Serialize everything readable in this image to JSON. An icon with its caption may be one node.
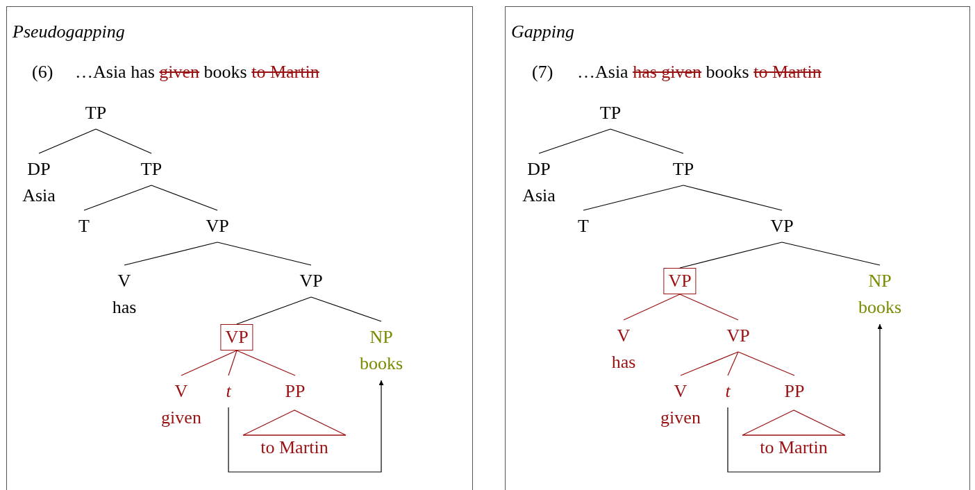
{
  "diagram": {
    "nodes": [
      {
        "text": [
          "Pseudogapping"
        ]
      },
      {
        "text": [
          "TP"
        ],
        "in": 0
      },
      {
        "text": [
          "DP",
          "Asia"
        ],
        "in": 0
      },
      {
        "text": [
          "TP"
        ],
        "in": 0
      },
      {
        "text": [
          "T"
        ],
        "in": 0
      },
      {
        "text": [
          "VP"
        ],
        "in": 0
      },
      {
        "text": [
          "V",
          "has"
        ],
        "in": 0
      },
      {
        "text": [
          "VP"
        ],
        "in": 0
      },
      {
        "text": [
          "VP"
        ],
        "in": 0
      },
      {
        "text": [
          "NP",
          "books"
        ],
        "in": 0
      },
      {
        "text": [
          "V",
          "given"
        ],
        "in": 0
      },
      {
        "text": [
          "t"
        ],
        "in": 0
      },
      {
        "text": [
          "PP"
        ],
        "in": 0
      },
      {
        "text": [
          "to Martin"
        ],
        "in": 0
      },
      {
        "text": [
          "Gapping"
        ]
      },
      {
        "text": [
          "TP"
        ],
        "in": 14
      },
      {
        "text": [
          "DP",
          "Asia"
        ],
        "in": 14
      },
      {
        "text": [
          "TP"
        ],
        "in": 14
      },
      {
        "text": [
          "T"
        ],
        "in": 14
      },
      {
        "text": [
          "VP"
        ],
        "in": 14
      },
      {
        "text": [
          "VP"
        ],
        "in": 14
      },
      {
        "text": [
          "NP",
          "books"
        ],
        "in": 14
      },
      {
        "text": [
          "V",
          "has"
        ],
        "in": 14
      },
      {
        "text": [
          "VP"
        ],
        "in": 14
      },
      {
        "text": [
          "V",
          "given"
        ],
        "in": 14
      },
      {
        "text": [
          "t"
        ],
        "in": 14
      },
      {
        "text": [
          "PP"
        ],
        "in": 14
      },
      {
        "text": [
          "to Martin"
        ],
        "in": 14
      }
    ],
    "edges": [
      {
        "from": 1,
        "to": 2,
        "arrow": "none"
      },
      {
        "from": 1,
        "to": 3,
        "arrow": "none"
      },
      {
        "from": 3,
        "to": 4,
        "arrow": "none"
      },
      {
        "from": 3,
        "to": 5,
        "arrow": "none"
      },
      {
        "from": 5,
        "to": 6,
        "arrow": "none"
      },
      {
        "from": 5,
        "to": 7,
        "arrow": "none"
      },
      {
        "from": 7,
        "to": 8,
        "arrow": "none"
      },
      {
        "from": 7,
        "to": 9,
        "arrow": "none"
      },
      {
        "from": 8,
        "to": 10,
        "arrow": "none",
        "color": "#9b1111"
      },
      {
        "from": 8,
        "to": 11,
        "arrow": "none",
        "color": "#9b1111"
      },
      {
        "from": 8,
        "to": 12,
        "arrow": "none",
        "color": "#9b1111"
      },
      {
        "from": 11,
        "to": 9,
        "arrow": "to"
      },
      {
        "from": 15,
        "to": 16,
        "arrow": "none"
      },
      {
        "from": 15,
        "to": 17,
        "arrow": "none"
      },
      {
        "from": 17,
        "to": 18,
        "arrow": "none"
      },
      {
        "from": 17,
        "to": 19,
        "arrow": "none"
      },
      {
        "from": 19,
        "to": 20,
        "arrow": "none"
      },
      {
        "from": 19,
        "to": 21,
        "arrow": "none"
      },
      {
        "from": 20,
        "to": 22,
        "arrow": "none",
        "color": "#9b1111"
      },
      {
        "from": 20,
        "to": 23,
        "arrow": "none",
        "color": "#9b1111"
      },
      {
        "from": 23,
        "to": 24,
        "arrow": "none",
        "color": "#9b1111"
      },
      {
        "from": 23,
        "to": 25,
        "arrow": "none",
        "color": "#9b1111"
      },
      {
        "from": 23,
        "to": 26,
        "arrow": "none",
        "color": "#9b1111"
      },
      {
        "from": 25,
        "to": 21,
        "arrow": "to"
      }
    ],
    "labels": [
      "(6)",
      "…Asia has",
      "given",
      "books",
      "to Martin",
      "(7)",
      "…Asia",
      "has given",
      "books",
      "to Martin"
    ]
  }
}
